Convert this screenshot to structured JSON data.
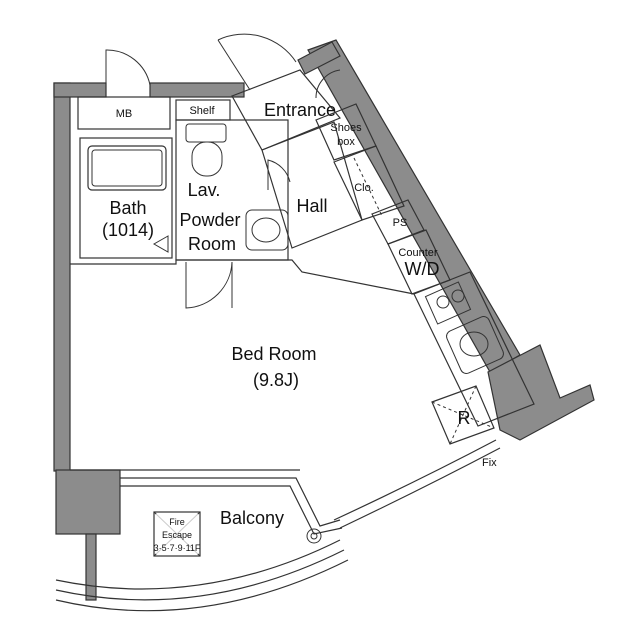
{
  "rooms": {
    "mb": "MB",
    "shelf": "Shelf",
    "entrance": "Entrance",
    "shoes_box_line1": "Shoes",
    "shoes_box_line2": "box",
    "bath_line1": "Bath",
    "bath_line2": "(1014)",
    "lav": "Lav.",
    "powder_line1": "Powder",
    "powder_line2": "Room",
    "clo": "Clo.",
    "hall": "Hall",
    "ps": "PS",
    "counter": "Counter",
    "wd": "W/D",
    "bedroom_line1": "Bed Room",
    "bedroom_line2": "(9.8J)",
    "refrigerator": "R",
    "fix": "Fix",
    "balcony": "Balcony",
    "fire_escape_line1": "Fire",
    "fire_escape_line2": "Escape",
    "fire_escape_line3": "3·5·7·9·11F"
  }
}
